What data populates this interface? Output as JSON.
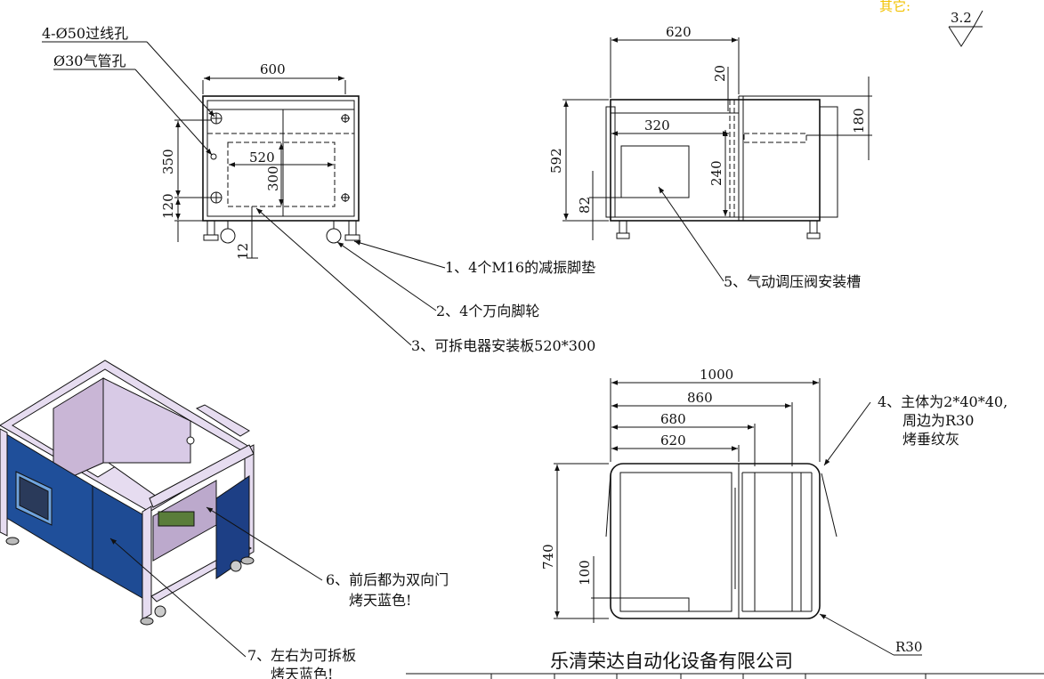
{
  "header": {
    "other_label": "其它:",
    "roughness": "3.2"
  },
  "top_left_view": {
    "note_holes": "4-Ø50过线孔",
    "note_air": "Ø30气管孔",
    "dim_width": "600",
    "dim_350": "350",
    "dim_120": "120",
    "dim_12": "12",
    "dim_520": "520",
    "dim_300": "300"
  },
  "top_right_view": {
    "dim_620": "620",
    "dim_20": "20",
    "dim_180": "180",
    "dim_320": "320",
    "dim_592": "592",
    "dim_240": "240",
    "dim_82": "82"
  },
  "callouts": {
    "c1": "1、4个M16的减振脚垫",
    "c2": "2、4个万向脚轮",
    "c3": "3、可拆电器安装板520*300",
    "c5": "5、气动调压阀安装槽",
    "c4_line1": "4、主体为2*40*40,",
    "c4_line2": "周边为R30",
    "c4_line3": "烤垂纹灰",
    "c6_line1": "6、前后都为双向门",
    "c6_line2": "烤天蓝色!",
    "c7_line1": "7、左右为可拆板",
    "c7_line2": "烤天蓝色!"
  },
  "plan_view": {
    "dim_1000": "1000",
    "dim_860": "860",
    "dim_680": "680",
    "dim_620": "620",
    "dim_740": "740",
    "dim_100": "100",
    "dim_r30": "R30"
  },
  "title_block": {
    "company": "乐清荣达自动化设备有限公司"
  },
  "colors": {
    "panel_blue": "#1f4f9a",
    "frame_lavender": "#e6dcf0",
    "inner_purple": "#c9b6d6",
    "other_label": "#f2c200"
  }
}
